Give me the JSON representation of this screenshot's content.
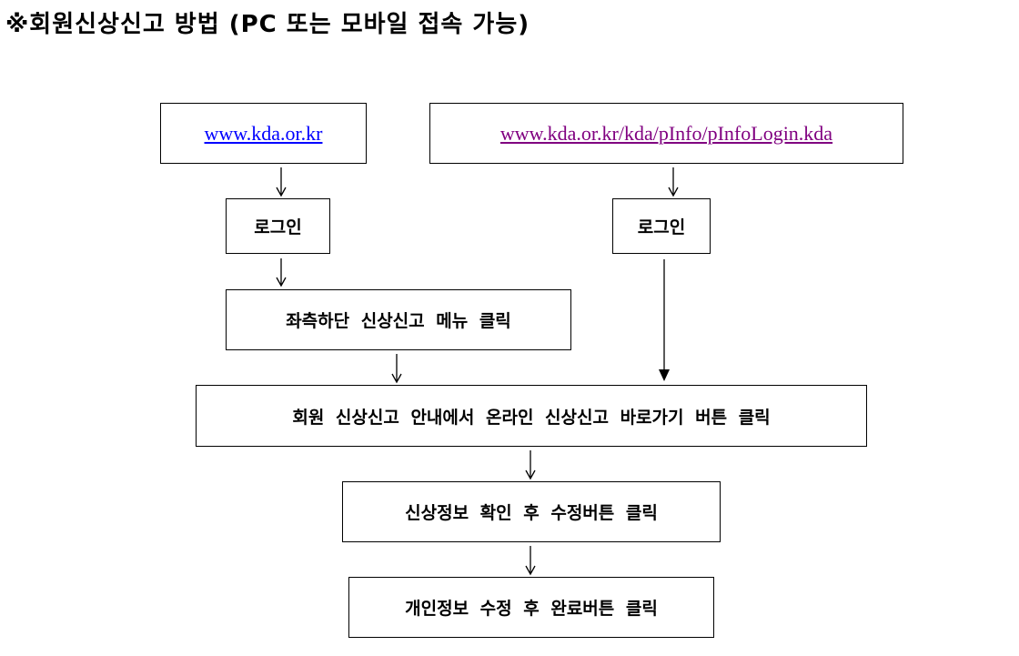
{
  "title": "※회원신상신고 방법 (PC 또는 모바일 접속 가능)",
  "colors": {
    "link": "#0000ff",
    "visited_link": "#800080"
  },
  "nodes": {
    "site_link": "www.kda.or.kr",
    "login_page_link": "www.kda.or.kr/kda/pInfo/pInfoLogin.kda",
    "login_left": "로그인",
    "login_right": "로그인",
    "menu_click": "좌측하단 신상신고 메뉴 클릭",
    "online_report": "회원 신상신고 안내에서 온라인 신상신고 바로가기 버튼 클릭",
    "confirm_edit": "신상정보 확인 후 수정버튼 클릭",
    "complete": "개인정보 수정 후 완료버튼 클릭"
  }
}
